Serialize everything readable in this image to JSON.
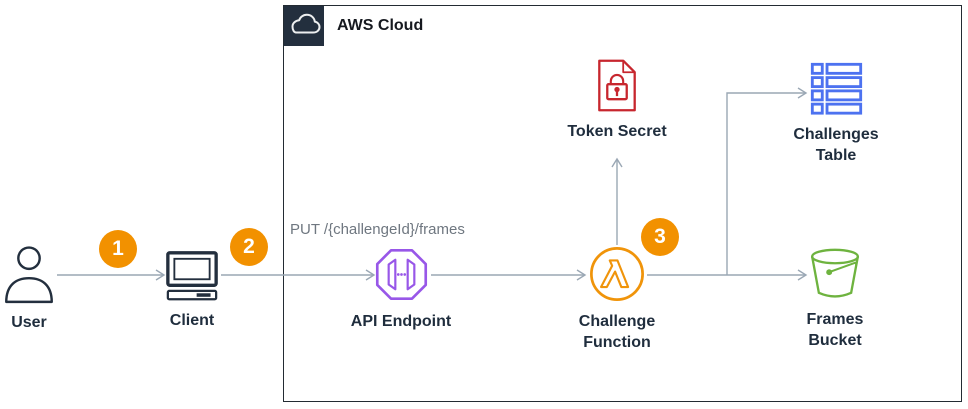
{
  "cloud_group": {
    "label": "AWS Cloud"
  },
  "request_label": "PUT /{challengeId}/frames",
  "nodes": {
    "user": {
      "label": "User"
    },
    "client": {
      "label": "Client"
    },
    "api_endpoint": {
      "label": "API Endpoint"
    },
    "challenge_function": {
      "label": "Challenge Function"
    },
    "token_secret": {
      "label": "Token Secret"
    },
    "challenges_table": {
      "label": "Challenges Table"
    },
    "frames_bucket": {
      "label": "Frames Bucket"
    }
  },
  "step_badges": [
    "1",
    "2",
    "3"
  ],
  "colors": {
    "navy": "#232F3E",
    "badge_orange": "#F29100",
    "lambda_orange": "#F0940A",
    "api_purple": "#9857E8",
    "secret_red": "#C7262E",
    "table_blue": "#4D72F0",
    "bucket_green": "#6EB33F",
    "connector_gray": "#9AA7B4",
    "request_text_gray": "#6F7780"
  }
}
